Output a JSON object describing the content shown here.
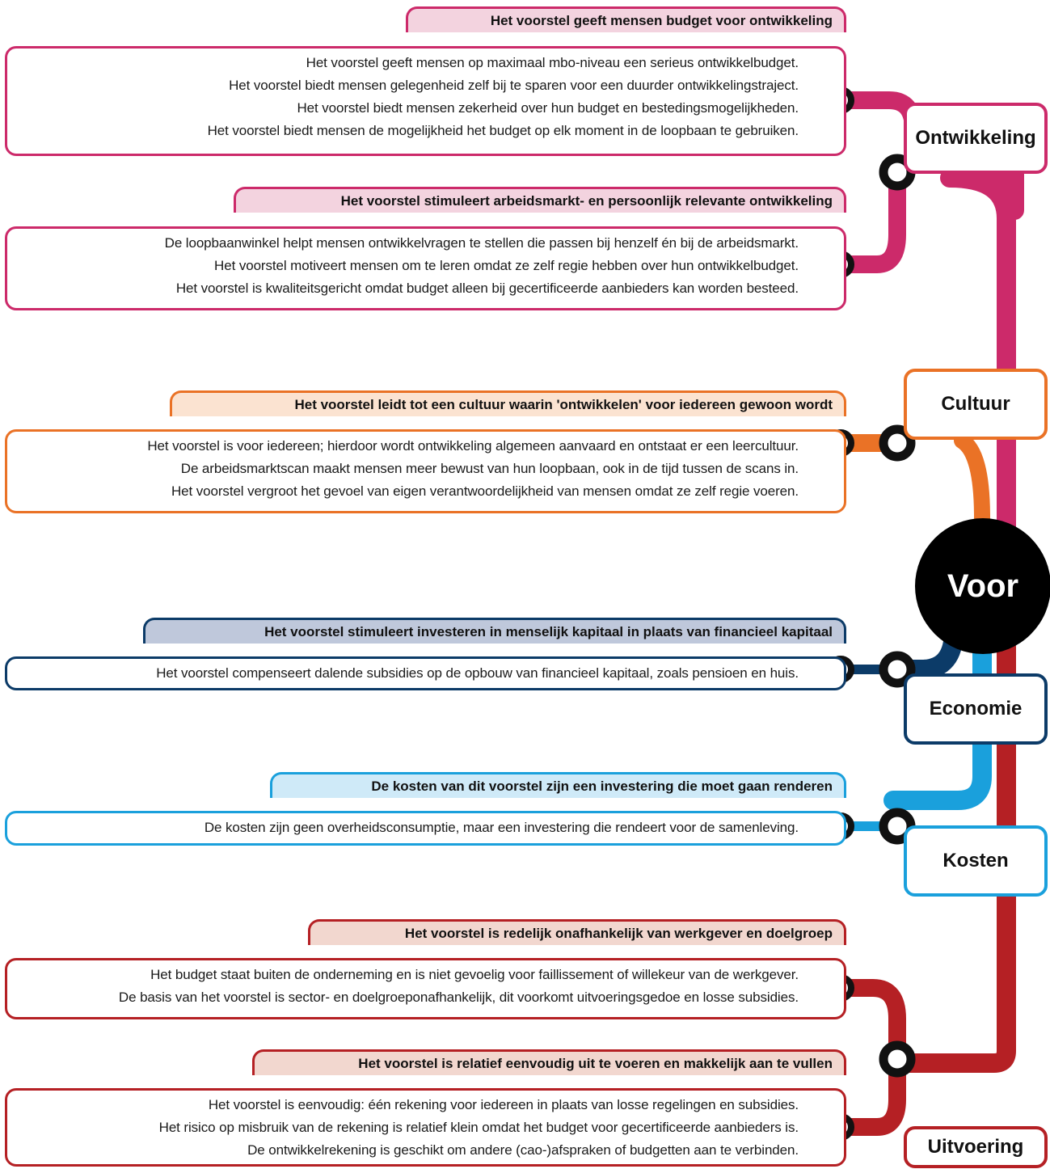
{
  "center_label": "Voor",
  "colors": {
    "ontwikkeling": "#cc2a6a",
    "ontwikkeling_fill": "#f3d3df",
    "cultuur": "#ea7226",
    "cultuur_fill": "#fbe3d1",
    "economie": "#0c3b68",
    "economie_fill": "#bfc8db",
    "kosten": "#1aa0dc",
    "kosten_fill": "#cfeaf8",
    "uitvoering": "#b52024",
    "uitvoering_fill": "#f2d7cf"
  },
  "categories": [
    {
      "key": "ontwikkeling",
      "label": "Ontwikkeling"
    },
    {
      "key": "cultuur",
      "label": "Cultuur"
    },
    {
      "key": "economie",
      "label": "Economie"
    },
    {
      "key": "kosten",
      "label": "Kosten"
    },
    {
      "key": "uitvoering",
      "label": "Uitvoering"
    }
  ],
  "groups": [
    {
      "category": "ontwikkeling",
      "title": "Het voorstel geeft mensen budget voor ontwikkeling",
      "items": [
        "Het voorstel geeft mensen op maximaal mbo-niveau een serieus ontwikkelbudget.",
        "Het voorstel biedt mensen gelegenheid zelf bij te sparen voor een duurder ontwikkelingstraject.",
        "Het voorstel biedt mensen zekerheid over hun budget en bestedingsmogelijkheden.",
        "Het voorstel biedt mensen de mogelijkheid het budget op elk moment in de loopbaan te gebruiken."
      ]
    },
    {
      "category": "ontwikkeling",
      "title": "Het voorstel stimuleert arbeidsmarkt- en persoonlijk relevante ontwikkeling",
      "items": [
        "De loopbaanwinkel helpt mensen ontwikkelvragen te stellen die passen bij henzelf én bij de arbeidsmarkt.",
        "Het voorstel motiveert mensen om te leren omdat ze zelf regie hebben over hun ontwikkelbudget.",
        "Het voorstel is kwaliteitsgericht omdat budget alleen bij gecertificeerde aanbieders kan worden besteed."
      ]
    },
    {
      "category": "cultuur",
      "title": "Het voorstel leidt tot een cultuur waarin 'ontwikkelen' voor iedereen gewoon wordt",
      "items": [
        "Het voorstel is voor iedereen; hierdoor wordt ontwikkeling algemeen aanvaard en ontstaat er een leercultuur.",
        "De arbeidsmarktscan maakt mensen meer bewust van hun loopbaan, ook in de tijd tussen de scans in.",
        "Het voorstel vergroot het gevoel van eigen verantwoordelijkheid van mensen omdat ze zelf regie voeren."
      ]
    },
    {
      "category": "economie",
      "title": "Het voorstel stimuleert investeren in menselijk kapitaal in plaats van financieel kapitaal",
      "items": [
        "Het voorstel compenseert dalende subsidies op de opbouw van financieel kapitaal, zoals pensioen en huis."
      ]
    },
    {
      "category": "kosten",
      "title": "De kosten van dit voorstel zijn een investering die moet gaan renderen",
      "items": [
        "De kosten zijn geen overheidsconsumptie, maar een investering die rendeert voor de samenleving."
      ]
    },
    {
      "category": "uitvoering",
      "title": "Het voorstel is redelijk onafhankelijk van werkgever en doelgroep",
      "items": [
        "Het budget staat buiten de onderneming en is niet gevoelig voor faillissement of willekeur van de werkgever.",
        "De basis van het voorstel is sector- en doelgroeponafhankelijk, dit voorkomt uitvoeringsgedoe en losse subsidies."
      ]
    },
    {
      "category": "uitvoering",
      "title": "Het voorstel is relatief eenvoudig uit te voeren en makkelijk aan te vullen",
      "items": [
        "Het voorstel is eenvoudig: één rekening voor iedereen in plaats van losse regelingen en subsidies.",
        "Het risico op misbruik van de rekening is relatief klein omdat het budget voor gecertificeerde aanbieders is.",
        "De ontwikkelrekening is geschikt om andere (cao-)afspraken of budgetten aan te verbinden."
      ]
    }
  ]
}
